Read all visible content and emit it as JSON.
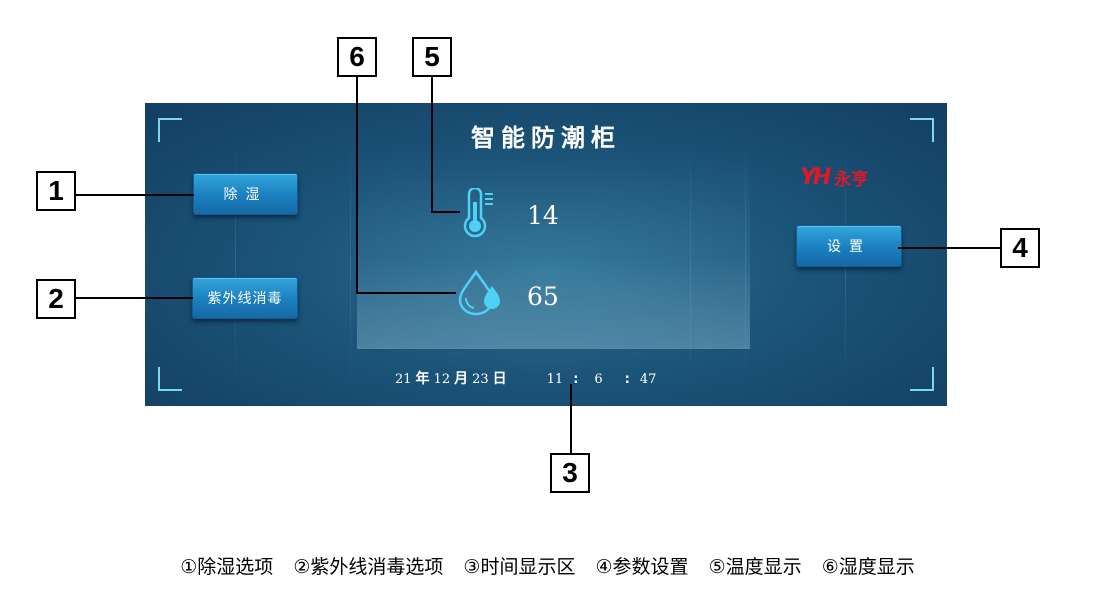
{
  "panel": {
    "title": "智能防潮柜",
    "buttons": {
      "dehumidify": "除湿",
      "uv_disinfect": "紫外线消毒",
      "settings": "设置"
    },
    "brand": {
      "mark": "YH",
      "name": "永亨"
    },
    "temperature": {
      "value": "14",
      "icon": "thermometer-icon"
    },
    "humidity": {
      "value": "65",
      "icon": "humidity-drop-icon"
    },
    "datetime": {
      "year": "21",
      "year_unit": "年",
      "month": "12",
      "month_unit": "月",
      "day": "23",
      "day_unit": "日",
      "hour": "11",
      "minute": "6",
      "second": "47",
      "separator": ":"
    },
    "colors": {
      "accent": "#1b7fbf",
      "brand_red": "#e0192a",
      "icon_cyan": "#4fd0f5"
    }
  },
  "callouts": {
    "c1": "1",
    "c2": "2",
    "c3": "3",
    "c4": "4",
    "c5": "5",
    "c6": "6"
  },
  "legend": [
    "①除湿选项",
    "②紫外线消毒选项",
    "③时间显示区",
    "④参数设置",
    "⑤温度显示",
    "⑥湿度显示"
  ]
}
